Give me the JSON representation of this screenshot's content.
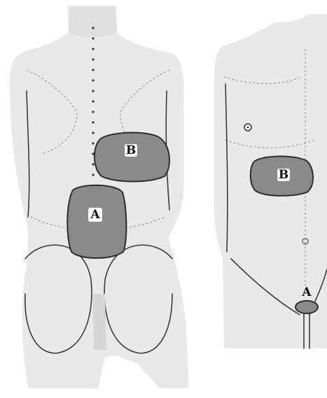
{
  "figure": {
    "back_view": {
      "region_b_label": "B",
      "region_a_label": "A"
    },
    "front_view": {
      "region_b_label": "B",
      "region_a_label": "A"
    }
  },
  "colors": {
    "region_fill": "#8a8a8a",
    "body_outline": "#3a3a3a",
    "skin_shade": "#e9e9e9"
  }
}
